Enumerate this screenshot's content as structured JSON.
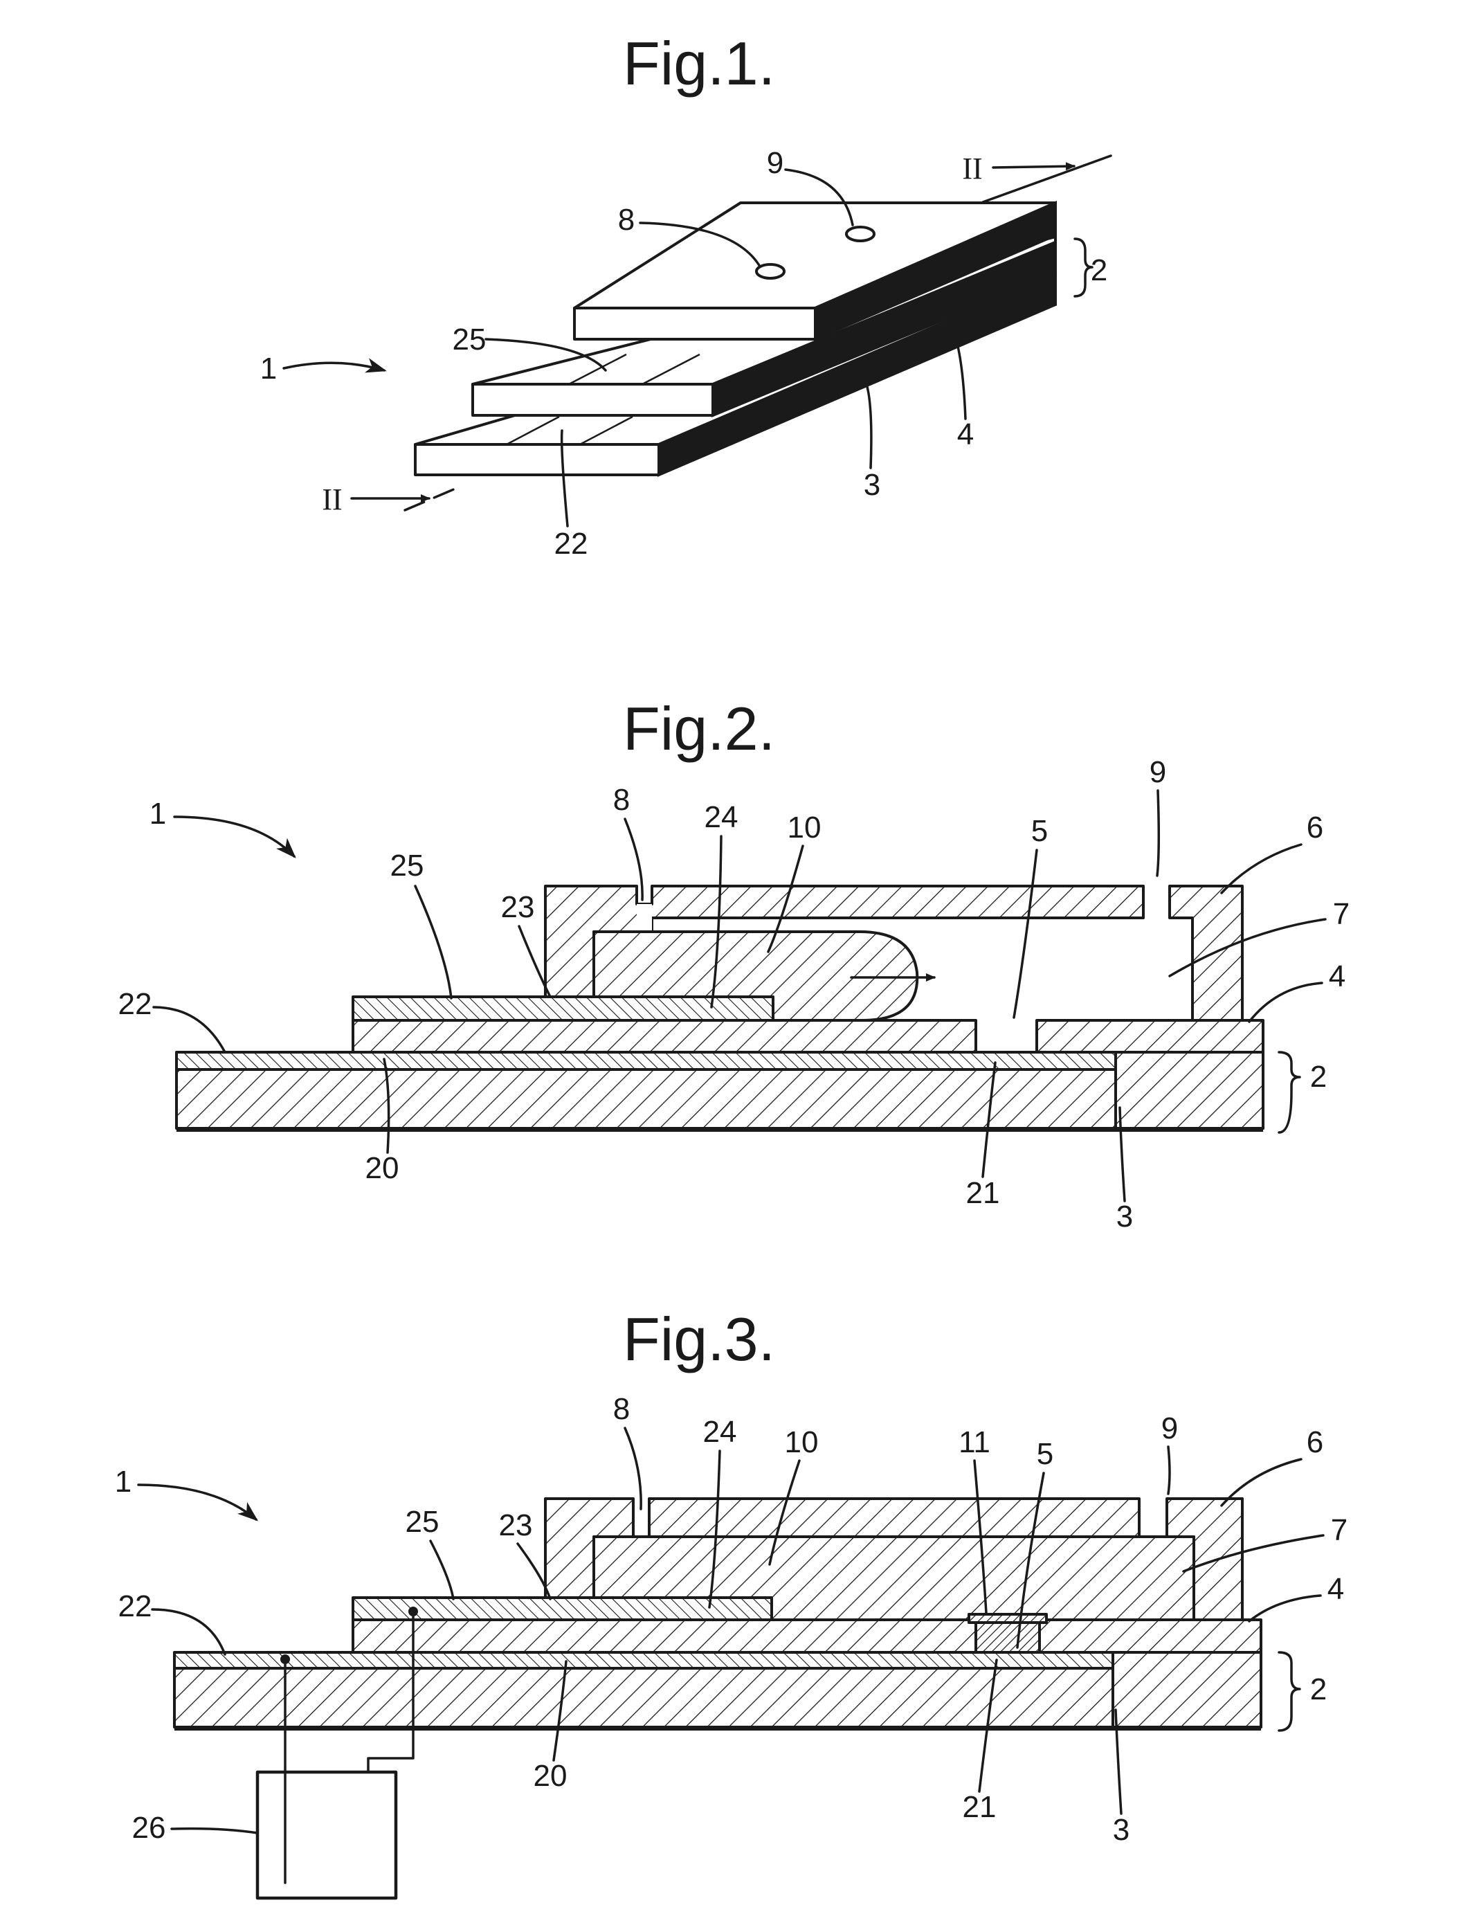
{
  "figures": {
    "fig1": {
      "title": "Fig.1.",
      "labels": {
        "l9": "9",
        "l8": "8",
        "lII_top": "II",
        "l2": "2",
        "l25": "25",
        "l1": "1",
        "l4": "4",
        "l3": "3",
        "lII_bottom": "II",
        "l22": "22"
      }
    },
    "fig2": {
      "title": "Fig.2.",
      "labels": {
        "l1": "1",
        "l8": "8",
        "l24": "24",
        "l10": "10",
        "l5": "5",
        "l9": "9",
        "l6": "6",
        "l25": "25",
        "l23": "23",
        "l7": "7",
        "l22": "22",
        "l4": "4",
        "l2": "2",
        "l20": "20",
        "l21": "21",
        "l3": "3"
      }
    },
    "fig3": {
      "title": "Fig.3.",
      "labels": {
        "l1": "1",
        "l8": "8",
        "l24": "24",
        "l10": "10",
        "l11": "11",
        "l5": "5",
        "l9": "9",
        "l6": "6",
        "l25": "25",
        "l23": "23",
        "l7": "7",
        "l22": "22",
        "l4": "4",
        "l2": "2",
        "l26": "26",
        "l20": "20",
        "l21": "21",
        "l3": "3"
      }
    }
  },
  "colors": {
    "ink": "#1a1a1a",
    "paper": "#ffffff"
  }
}
